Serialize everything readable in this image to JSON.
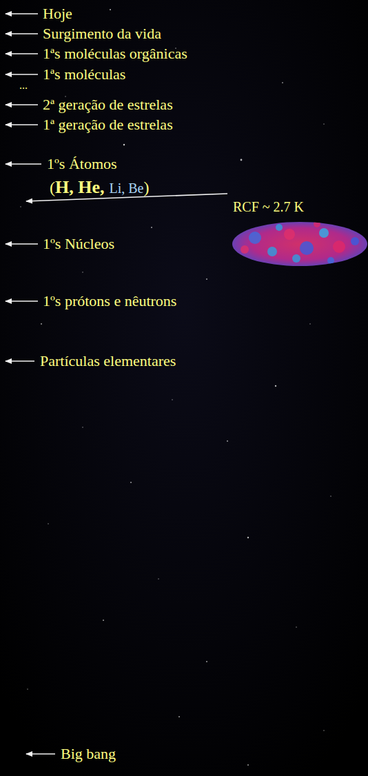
{
  "diagram": {
    "labels": [
      "Hoje",
      "Surgimento da vida",
      "1ªs moléculas orgânicas",
      "1ªs moléculas",
      "...",
      "2ª geração de estrelas",
      "1ª geração de estrelas",
      "1ºs Átomos",
      "(",
      "H, He,",
      "Li, Be",
      ")",
      "RCF ~ 2.7 K",
      "1ºs Núcleos",
      "1ºs prótons e nêutrons",
      "Partículas elementares",
      "Big bang"
    ]
  }
}
